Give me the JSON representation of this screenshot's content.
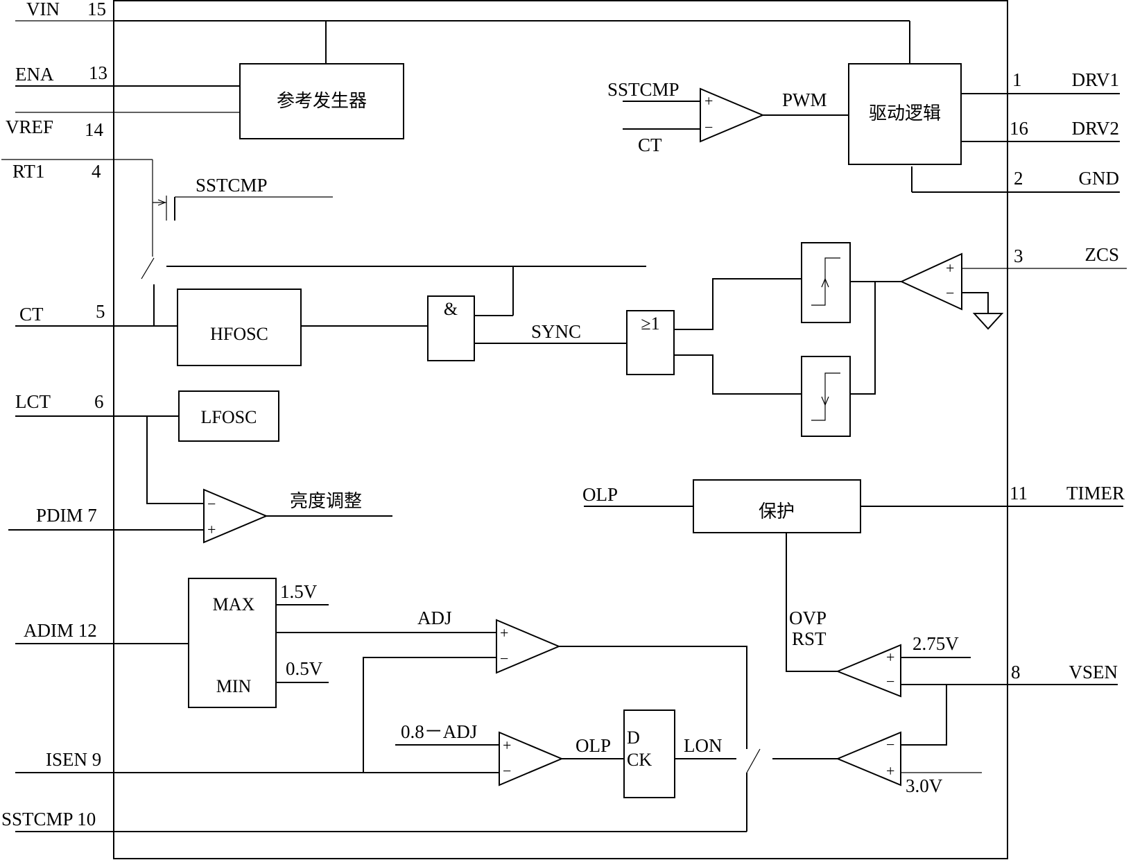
{
  "pins_left": {
    "vin": {
      "name": "VIN",
      "num": "15"
    },
    "ena": {
      "name": "ENA",
      "num": "13"
    },
    "vref": {
      "name": "VREF",
      "num": "14"
    },
    "rt1": {
      "name": "RT1",
      "num": "4"
    },
    "ct": {
      "name": "CT",
      "num": "5"
    },
    "lct": {
      "name": "LCT",
      "num": "6"
    },
    "pdim": "PDIM 7",
    "adim": "ADIM 12",
    "isen": "ISEN 9",
    "sstcmp": "SSTCMP 10"
  },
  "pins_right": {
    "drv1": {
      "name": "DRV1",
      "num": "1"
    },
    "drv2": {
      "name": "DRV2",
      "num": "16"
    },
    "gnd": {
      "name": "GND",
      "num": "2"
    },
    "zcs": {
      "name": "ZCS",
      "num": "3"
    },
    "timer": {
      "name": "TIMER",
      "num": "11"
    },
    "vsen": {
      "name": "VSEN",
      "num": "8"
    }
  },
  "blocks": {
    "ref_gen": "参考发生器",
    "drive_logic": "驱动逻辑",
    "hfosc": "HFOSC",
    "lfosc": "LFOSC",
    "and_gate": "&",
    "or_gate": "≥1",
    "protection": "保护",
    "max": "MAX",
    "min": "MIN",
    "dff_d": "D",
    "dff_ck": "CK"
  },
  "signals": {
    "sstcmp_top": "SSTCMP",
    "ct_top": "CT",
    "pwm": "PWM",
    "sstcmp_mid": "SSTCMP",
    "sync": "SYNC",
    "brightness": "亮度调整",
    "olp_in": "OLP",
    "v15": "1.5V",
    "v05": "0.5V",
    "adj": "ADJ",
    "ovp": "OVP",
    "rst": "RST",
    "v275": "2.75V",
    "adj08": "0.8－ADJ",
    "olp_out": "OLP",
    "lon": "LON",
    "v30": "3.0V",
    "plus": "+",
    "minus": "−"
  }
}
